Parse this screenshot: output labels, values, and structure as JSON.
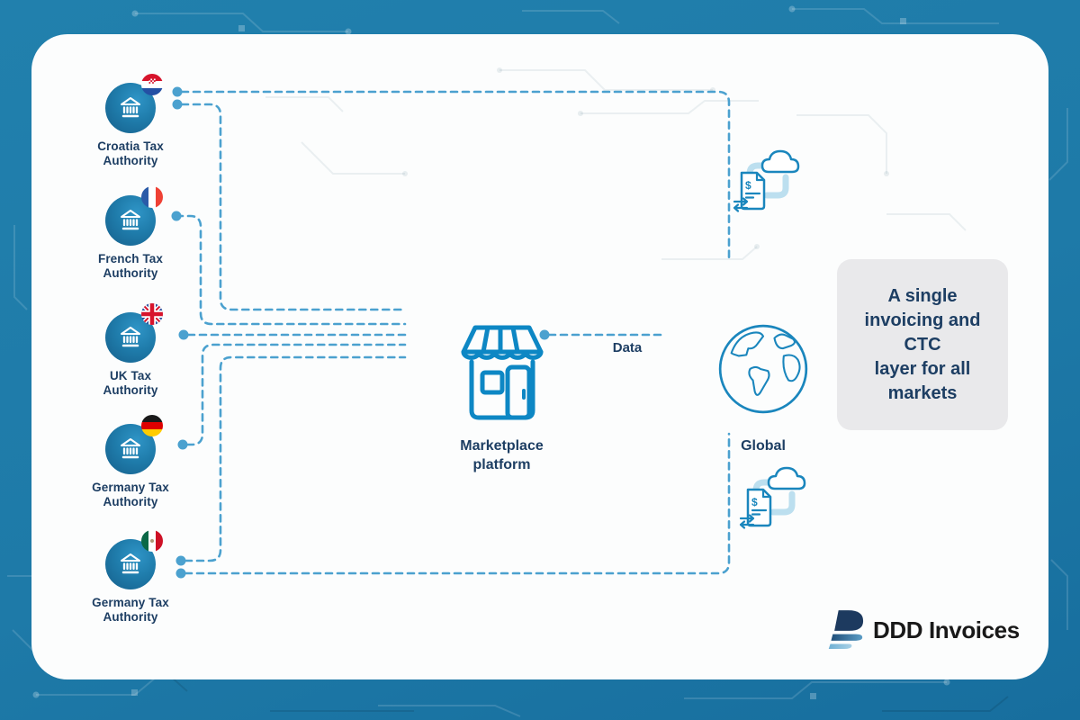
{
  "authorities": [
    {
      "id": "croatia",
      "lines": [
        "Croatia Tax",
        "Authority"
      ],
      "flag": "croatia-flag"
    },
    {
      "id": "france",
      "lines": [
        "French Tax",
        "Authority"
      ],
      "flag": "france-flag"
    },
    {
      "id": "uk",
      "lines": [
        "UK Tax",
        "Authority"
      ],
      "flag": "uk-flag"
    },
    {
      "id": "germany",
      "lines": [
        "Germany Tax",
        "Authority"
      ],
      "flag": "germany-flag"
    },
    {
      "id": "germany-2",
      "lines": [
        "Germany Tax",
        "Authority"
      ],
      "flag": "mexico-flag"
    }
  ],
  "marketplace": {
    "lines": [
      "Marketplace",
      "platform"
    ]
  },
  "globe": {
    "label": "Global"
  },
  "data_flow_label": "Data",
  "callout": {
    "lines": [
      "A single",
      "invoicing and",
      "CTC",
      "layer for all",
      "markets"
    ]
  },
  "logo": {
    "text": "DDD Invoices"
  },
  "colors": {
    "background": "#1e7aa8",
    "card": "#fcfdfd",
    "dash_line": "#4ba1cf",
    "icon_stroke": "#0d87c4",
    "node_circle_dark": "#155e8a",
    "node_circle_light": "#2f95c7",
    "text_navy": "#1d3e63",
    "callout_bg": "#e9e9eb",
    "connector_light": "#bcdfef",
    "logo_navy": "#1d3a5f",
    "logo_mid": "#39789f",
    "logo_light": "#8fc1dd",
    "logo_text": "#191919"
  }
}
